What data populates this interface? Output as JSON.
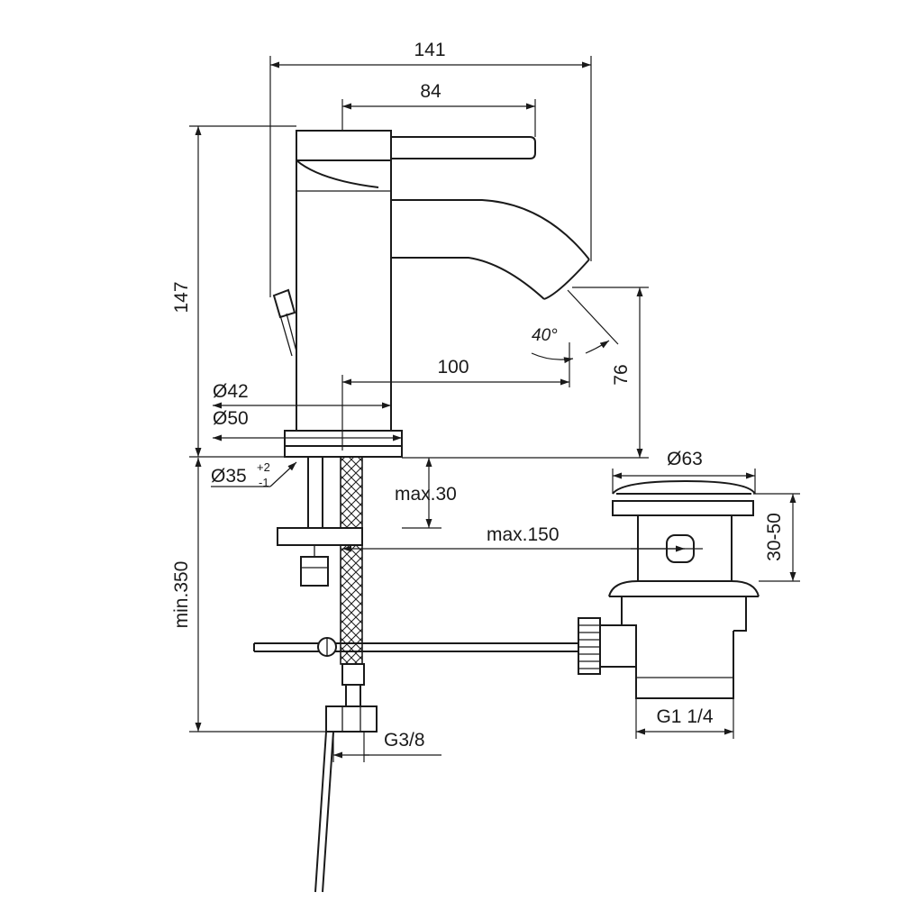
{
  "dimensions": {
    "overall_width": "141",
    "lever_length": "84",
    "overall_height": "147",
    "spout_reach": "100",
    "spout_height": "76",
    "spout_angle": "40°",
    "body_diameter": "Ø42",
    "base_diameter": "Ø50",
    "hole_diameter": "Ø35",
    "hole_tol_plus": "+2",
    "hole_tol_minus": "-1",
    "deck_thickness": "max.30",
    "rod_length": "max.150",
    "hose_length": "min.350",
    "hose_thread": "G3/8",
    "waste_diameter": "Ø63",
    "waste_range": "30-50",
    "waste_thread": "G1 1/4"
  }
}
